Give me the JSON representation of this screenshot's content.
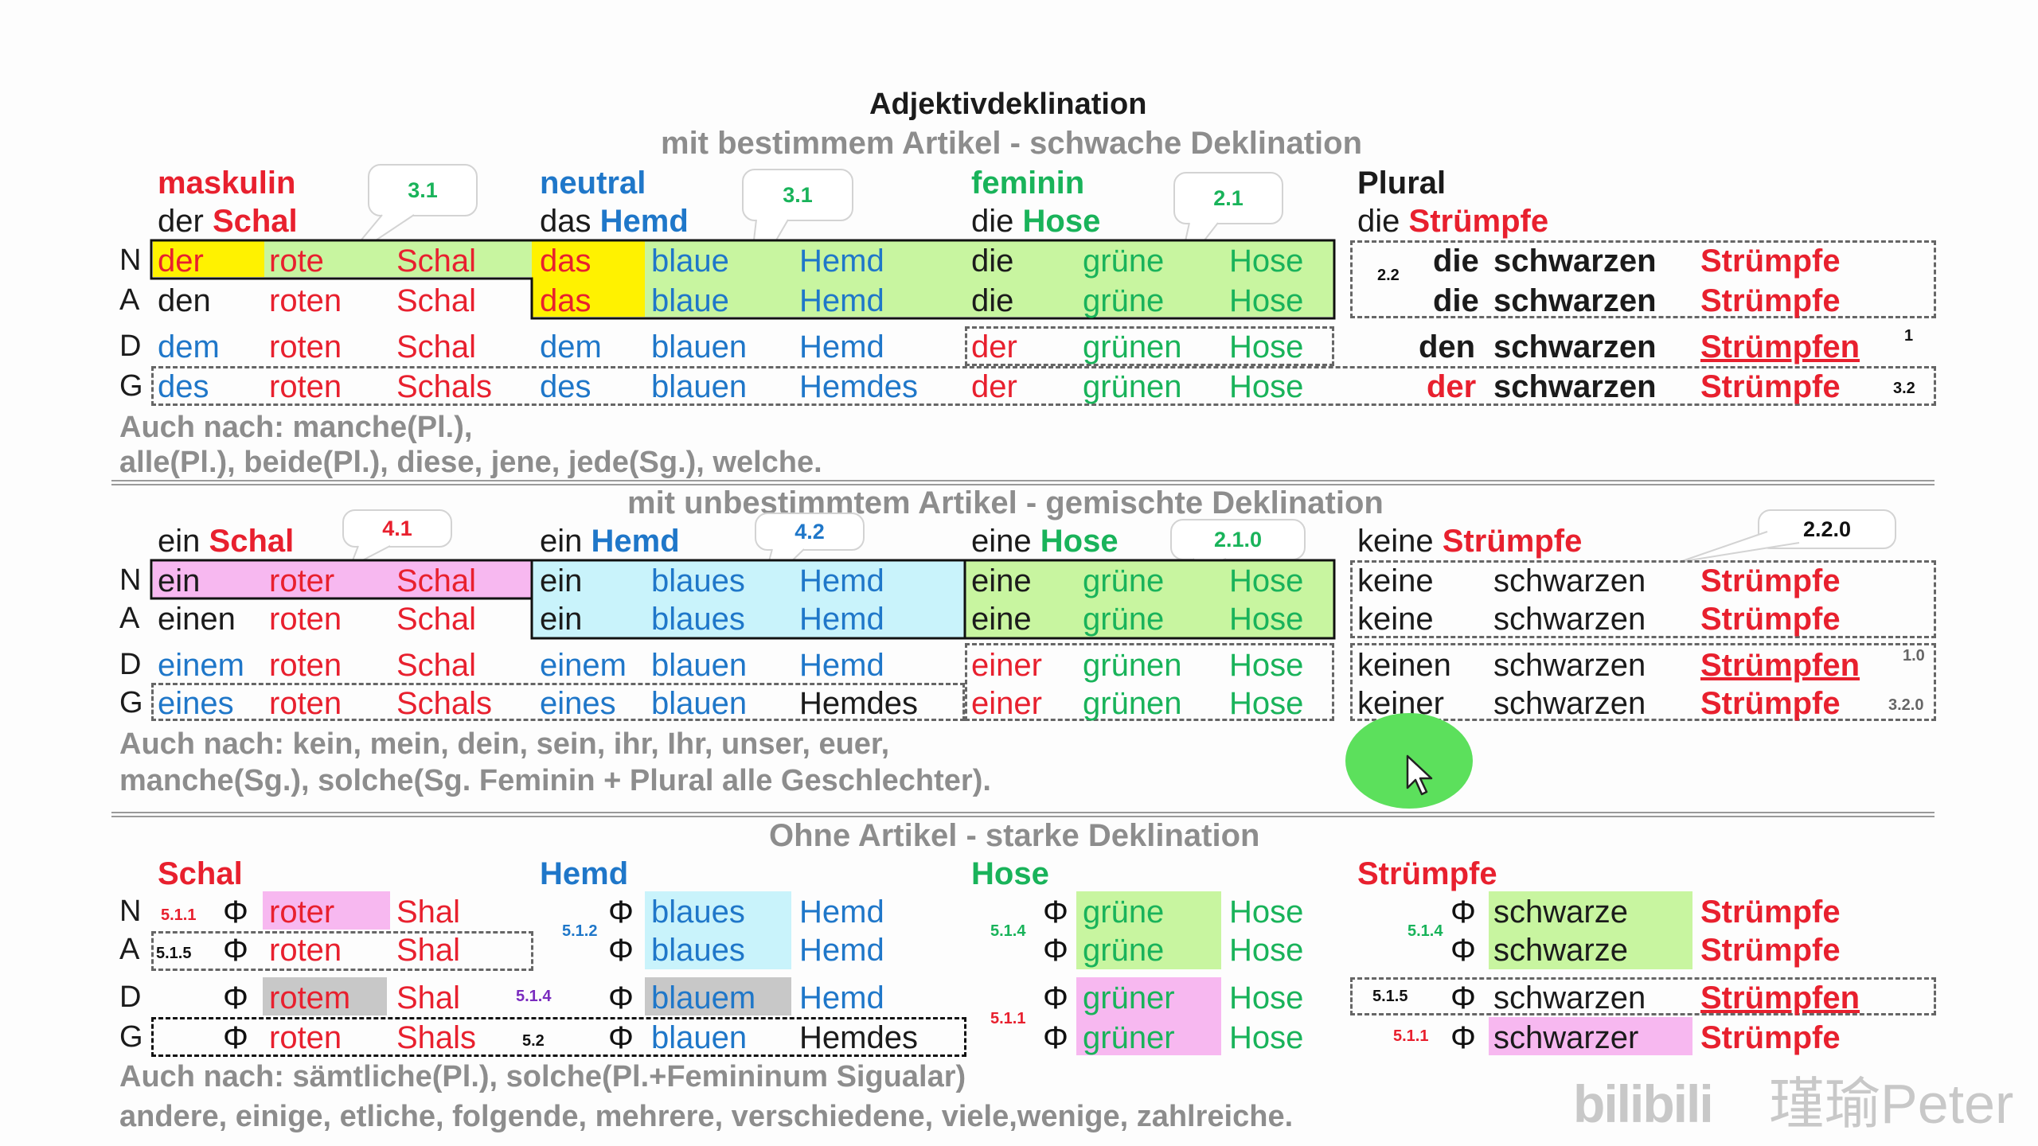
{
  "title": "Adjektivdeklination",
  "sec1": {
    "subtitle": "mit bestimmem Artikel - schwache Deklination",
    "heads": [
      {
        "gender": "maskulin",
        "art": "der",
        "noun": "Schal"
      },
      {
        "gender": "neutral",
        "art": "das",
        "noun": "Hemd"
      },
      {
        "gender": "feminin",
        "art": "die",
        "noun": "Hose"
      },
      {
        "gender": "Plural",
        "art": "die",
        "noun": "Strümpfe"
      }
    ],
    "callouts": [
      "3.1",
      "3.1",
      "2.1",
      "2.2",
      "1",
      "3.2"
    ],
    "note1": "Auch nach:  manche(Pl.),",
    "note2": "alle(Pl.), beide(Pl.), diese, jene, jede(Sg.), welche."
  },
  "sec2": {
    "subtitle": "mit unbestimmtem Artikel - gemischte Deklination",
    "heads": [
      {
        "art": "ein",
        "noun": "Schal"
      },
      {
        "art": "ein",
        "noun": "Hemd"
      },
      {
        "art": "eine",
        "noun": "Hose"
      },
      {
        "art": "keine",
        "noun": "Strümpfe"
      }
    ],
    "callouts": [
      "4.1",
      "4.2",
      "2.1.0",
      "2.2.0",
      "1.0",
      "3.2.0"
    ],
    "note1": "Auch nach: kein, mein, dein, sein, ihr, Ihr, unser, euer,",
    "note2": "manche(Sg.), solche(Sg. Feminin + Plural alle Geschlechter)."
  },
  "sec3": {
    "subtitle": "Ohne Artikel - starke Deklination",
    "heads": [
      "Schal",
      "Hemd",
      "Hose",
      "Strümpfe"
    ],
    "callouts": [
      "5.1.1",
      "5.1.5",
      "5.1.2",
      "5.1.4",
      "5.2",
      "5.1.4",
      "5.1.1",
      "5.1.4",
      "5.1.5",
      "5.1.1"
    ],
    "phi": "Φ",
    "note1": "Auch nach:  sämtliche(Pl.), solche(Pl.+Femininum Sigualar)",
    "note2": "andere, einige, etliche, folgende, mehrere, verschiedene, viele,wenige, zahlreiche."
  },
  "cases": [
    "N",
    "A",
    "D",
    "G"
  ],
  "words": {
    "roten": "roten",
    "Schal": "Schal",
    "blauen": "blauen",
    "Hemd": "Hemd",
    "gruenen": "grünen",
    "Hose": "Hose",
    "schwarzen": "schwarzen",
    "Struempfe": "Strümpfe",
    "rote": "rote",
    "blaue": "blaue",
    "gruene": "grüne",
    "roter": "roter",
    "blaues": "blaues",
    "schwarze": "schwarze",
    "Shal": "Shal",
    "Shals": "Shals",
    "rotem": "rotem",
    "blauem": "blauem",
    "gruener": "grüner",
    "schwarzer": "schwarzer",
    "Schals": "Schals",
    "Hemdes": "Hemdes",
    "Struempfen": "Strümpfen",
    "der": "der",
    "den": "den",
    "dem": "dem",
    "des": "des",
    "das": "das",
    "die": "die",
    "ein": "ein",
    "einen": "einen",
    "einem": "einem",
    "eines": "eines",
    "eine": "eine",
    "einer": "einer",
    "keine": "keine",
    "keinen": "keinen",
    "keiner": "keiner"
  },
  "watermark": "瑾瑜Peter",
  "watermark_logo": "bilibili",
  "colors": {
    "red": "#e8202e",
    "blue": "#1f77c9",
    "green": "#19b35a",
    "yellow": "#fff200",
    "lightgreen": "#c8f5a0",
    "pink": "#f7b8f0",
    "lightblue": "#c9f3fb",
    "gray": "#c8c8c8",
    "cursor": "#5ce05c"
  }
}
